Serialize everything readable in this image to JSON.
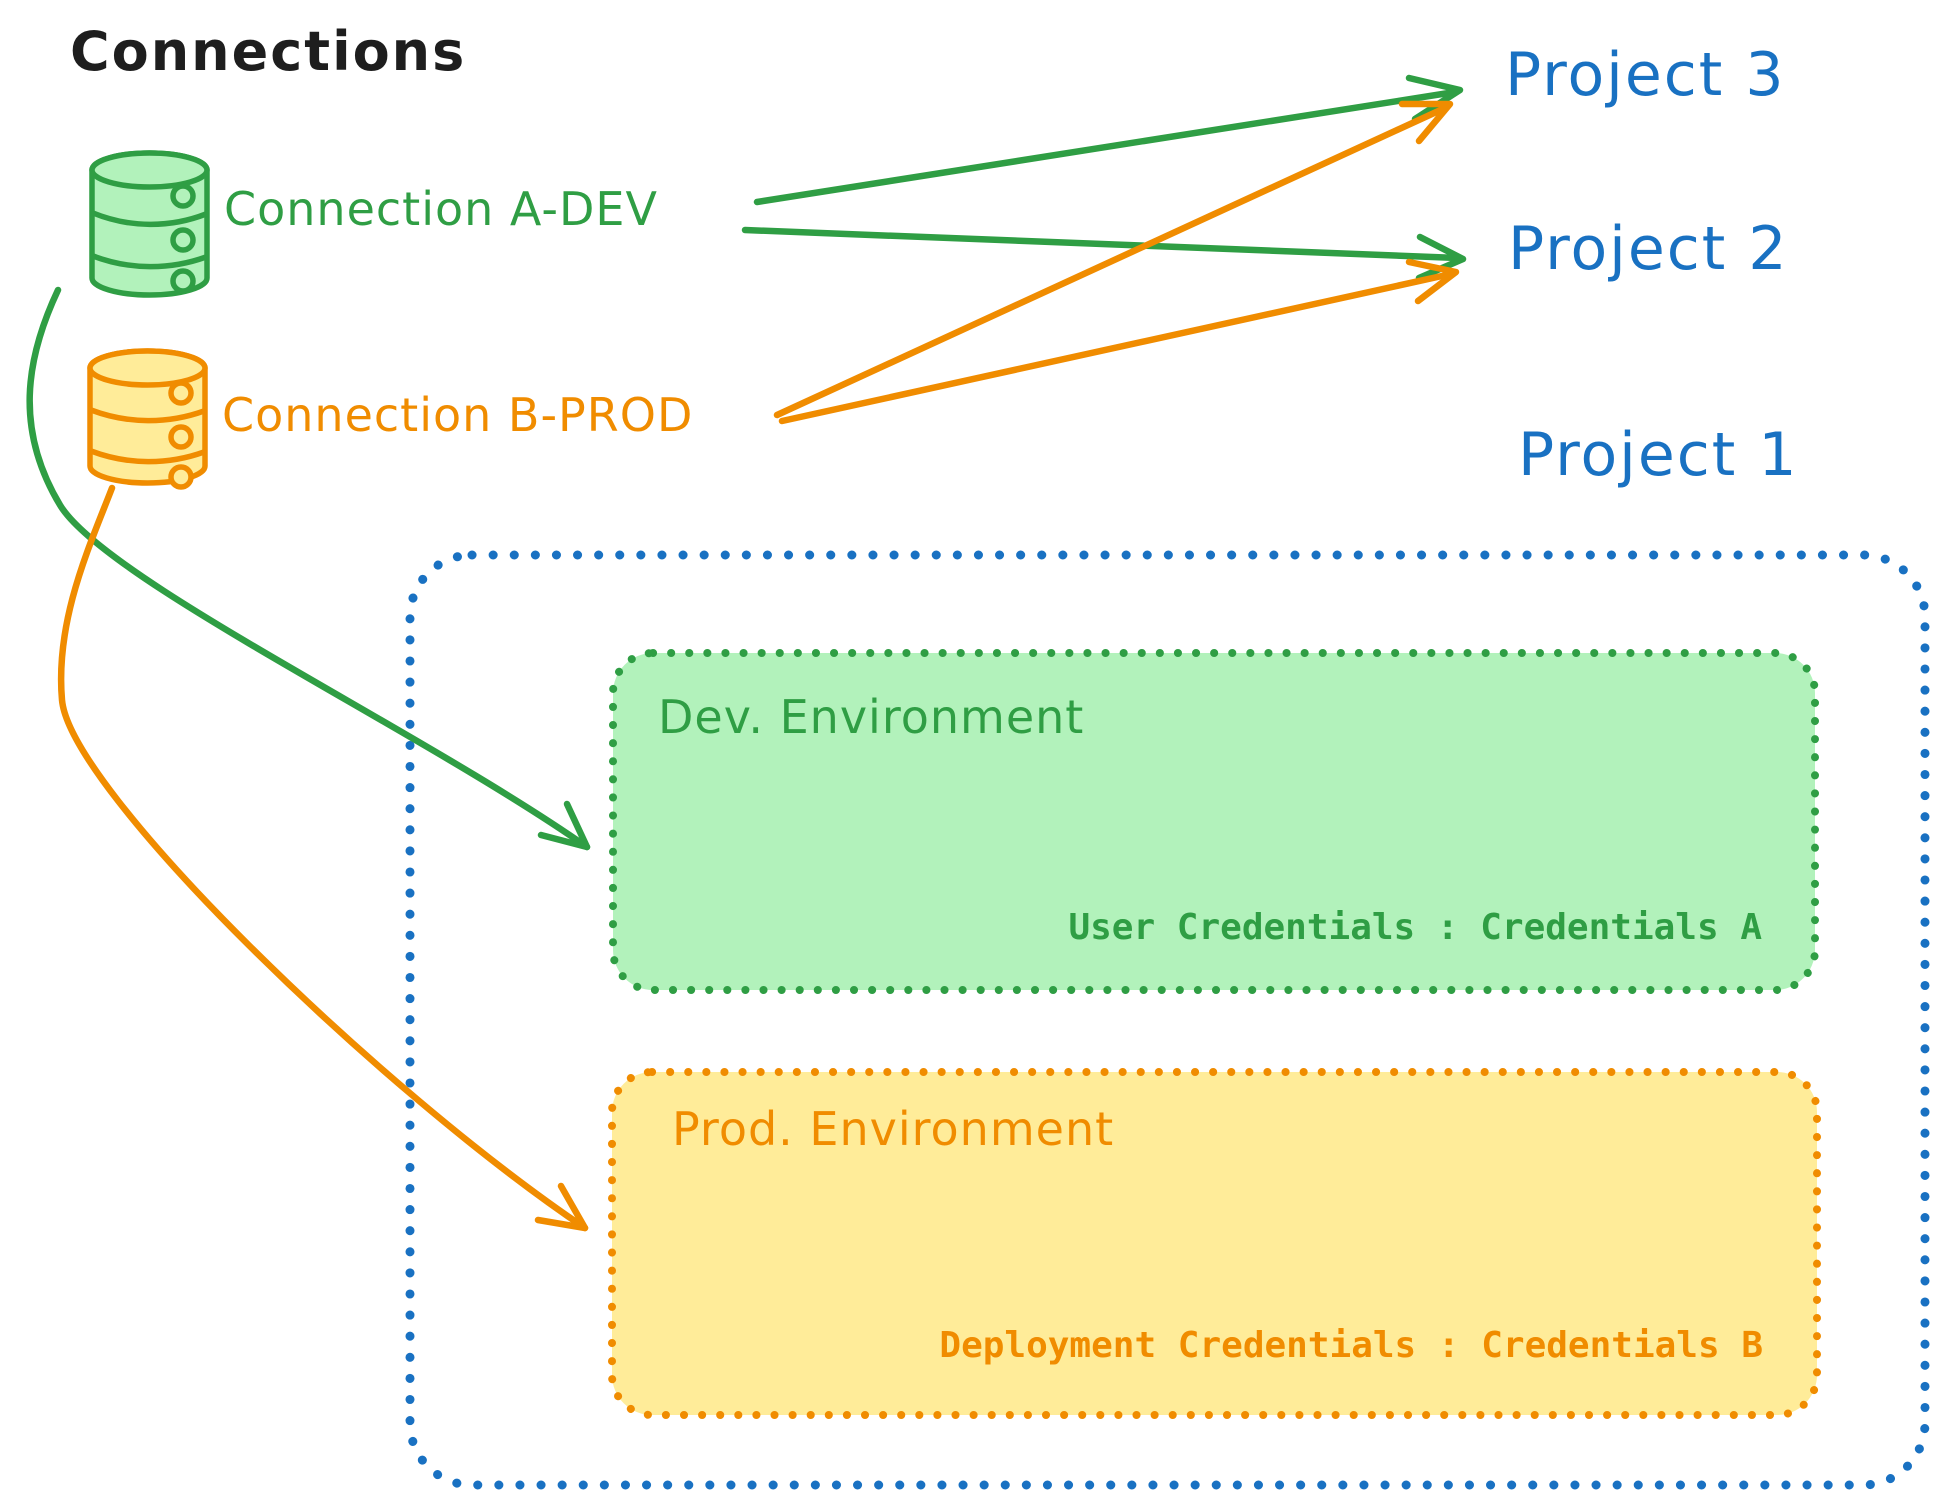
{
  "title": "Connections",
  "colors": {
    "black": "#1e1e1e",
    "green": "#2f9e44",
    "green_fill": "#b2f2bb",
    "orange": "#f08c00",
    "orange_fill": "#ffec99",
    "blue": "#1971c2"
  },
  "connections": {
    "a_dev": {
      "label": "Connection A-DEV",
      "icon": "database-icon",
      "color": "#2f9e44"
    },
    "b_prod": {
      "label": "Connection B-PROD",
      "icon": "database-icon",
      "color": "#f08c00"
    }
  },
  "projects": {
    "p3": {
      "label": "Project 3"
    },
    "p2": {
      "label": "Project 2"
    },
    "p1": {
      "label": "Project 1"
    }
  },
  "environments": {
    "dev": {
      "title": "Dev. Environment",
      "credentials": "User Credentials : Credentials A",
      "color": "#2f9e44"
    },
    "prod": {
      "title": "Prod. Environment",
      "credentials": "Deployment Credentials : Credentials B",
      "color": "#f08c00"
    }
  },
  "edges": [
    {
      "from": "Connection A-DEV",
      "to": "Project 3",
      "color": "#2f9e44",
      "style": "straight"
    },
    {
      "from": "Connection A-DEV",
      "to": "Project 2",
      "color": "#2f9e44",
      "style": "straight"
    },
    {
      "from": "Connection B-PROD",
      "to": "Project 3",
      "color": "#f08c00",
      "style": "straight"
    },
    {
      "from": "Connection B-PROD",
      "to": "Project 2",
      "color": "#f08c00",
      "style": "straight"
    },
    {
      "from": "Connection A-DEV",
      "to": "Dev. Environment",
      "color": "#2f9e44",
      "style": "curved"
    },
    {
      "from": "Connection B-PROD",
      "to": "Prod. Environment",
      "color": "#f08c00",
      "style": "curved"
    }
  ]
}
